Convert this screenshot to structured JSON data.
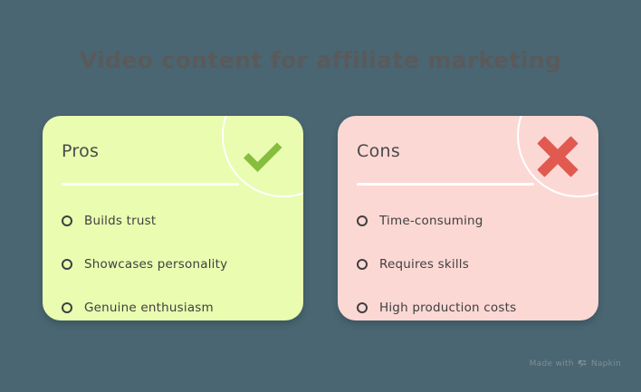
{
  "theme": {
    "background": "#4a6672",
    "title_color": "#5a5a5a",
    "pros_card_bg": "#e9fcb0",
    "cons_card_bg": "#fcd8d5",
    "check_color": "#86bd3e",
    "cross_color": "#e05a50",
    "divider_color": "#ffffff",
    "text_color": "#3f3f3f",
    "footer_color": "#7f8e94"
  },
  "header": {
    "title": "Video content for affiliate marketing"
  },
  "cards": [
    {
      "id": "pros",
      "heading": "Pros",
      "icon": "check-icon",
      "items": [
        {
          "label": "Builds trust"
        },
        {
          "label": "Showcases personality"
        },
        {
          "label": "Genuine enthusiasm"
        }
      ]
    },
    {
      "id": "cons",
      "heading": "Cons",
      "icon": "cross-icon",
      "items": [
        {
          "label": "Time-consuming"
        },
        {
          "label": "Requires skills"
        },
        {
          "label": "High production costs"
        }
      ]
    }
  ],
  "footer": {
    "made_with": "Made with",
    "brand": "Napkin"
  }
}
